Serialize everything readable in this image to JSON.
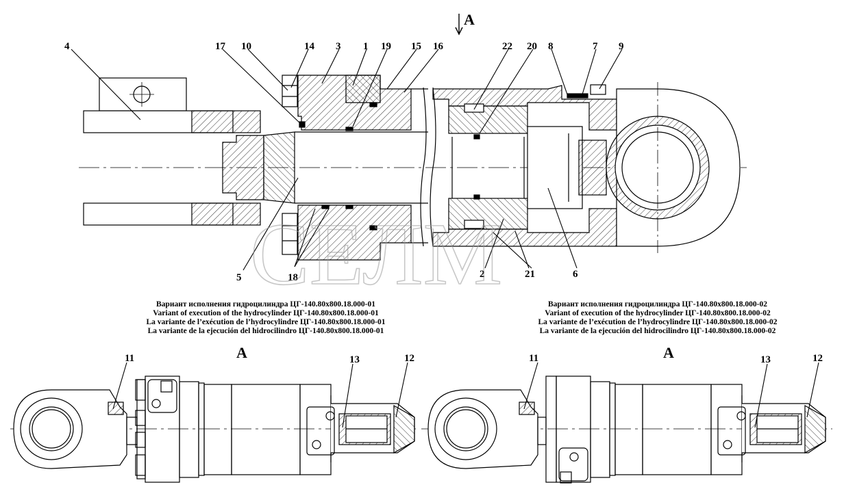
{
  "view_marker": "A",
  "watermark": "СЕЛМ",
  "callouts_main": [
    "4",
    "17",
    "10",
    "14",
    "3",
    "1",
    "19",
    "15",
    "16",
    "22",
    "20",
    "8",
    "7",
    "9",
    "5",
    "18",
    "2",
    "21",
    "6"
  ],
  "caption_left": [
    "Вариант исполнения гидроцилиндра ЦГ-140.80х800.18.000-01",
    "Variant of execution of the hydrocylinder ЦГ-140.80х800.18.000-01",
    "La variante de l’exécution de l’hydrocylindre ЦГ-140.80х800.18.000-01",
    "La variante de la ejecución del hidrocilindro ЦГ-140.80х800.18.000-01"
  ],
  "caption_right": [
    "Вариант исполнения гидроцилиндра ЦГ-140.80х800.18.000-02",
    "Variant of execution of the hydrocylinder ЦГ-140.80х800.18.000-02",
    "La variante de l’exécution de l’hydrocylindre ЦГ-140.80х800.18.000-02",
    "La variante de la ejecución del hidrocilindro ЦГ-140.80х800.18.000-02"
  ],
  "view_left": {
    "title": "A",
    "callouts": [
      "11",
      "13",
      "12"
    ]
  },
  "view_right": {
    "title": "A",
    "callouts": [
      "11",
      "13",
      "12"
    ]
  }
}
